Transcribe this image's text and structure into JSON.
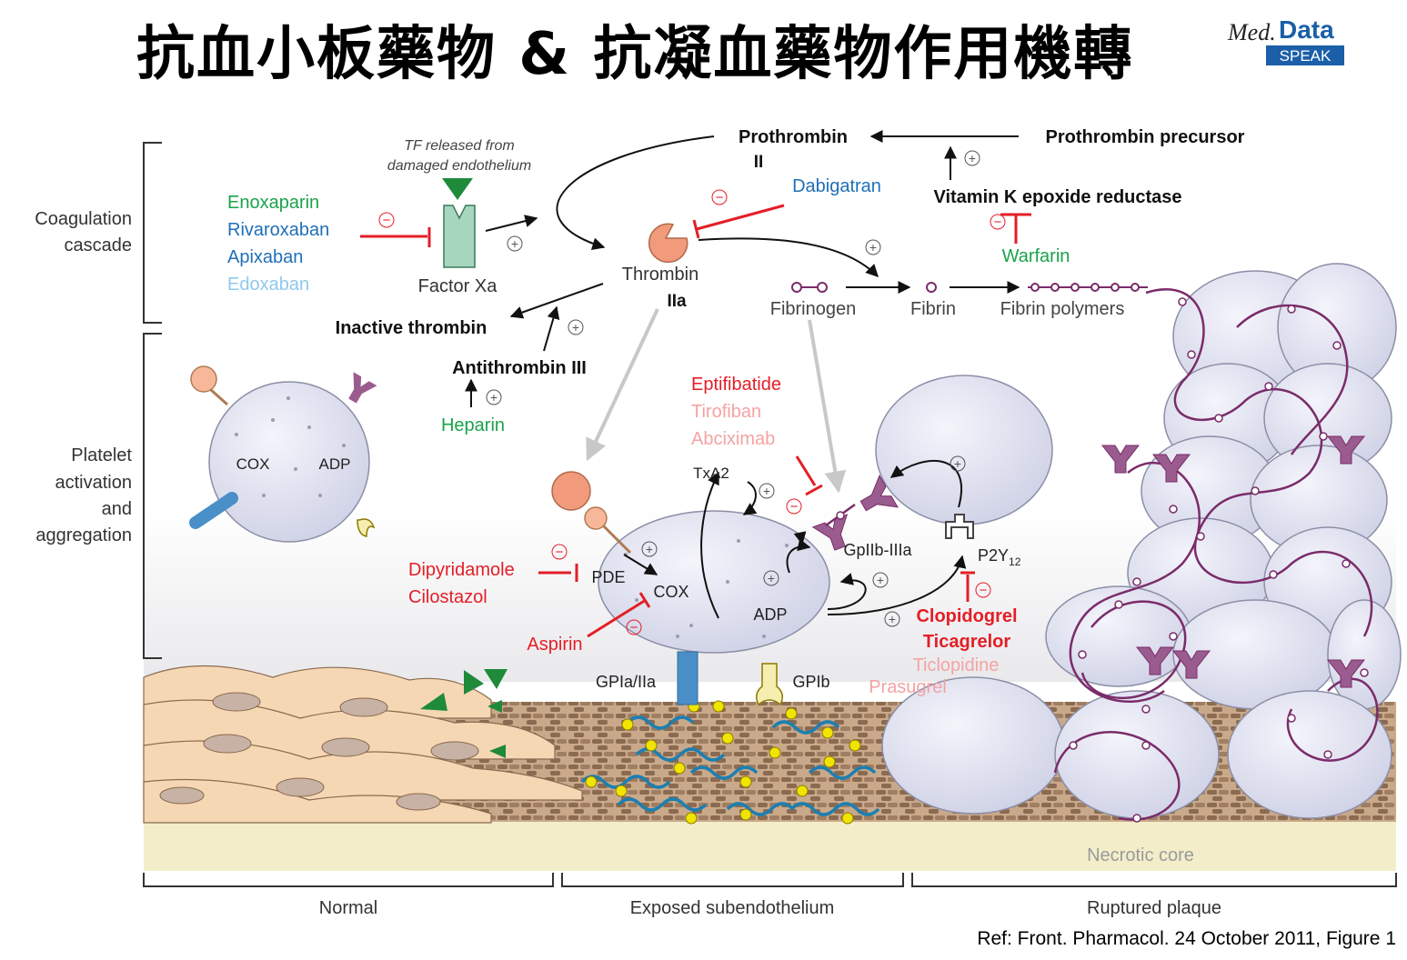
{
  "title": "抗血小板藥物 & 抗凝血藥物作用機轉",
  "logo": {
    "med": "Med.",
    "data": "Data",
    "speak": "SPEAK"
  },
  "sections": {
    "coagulation": [
      "Coagulation",
      "cascade"
    ],
    "platelet": [
      "Platelet",
      "activation",
      "and",
      "aggregation"
    ]
  },
  "bottom_labels": {
    "normal": "Normal",
    "exposed": "Exposed subendothelium",
    "ruptured": "Ruptured plaque",
    "necrotic": "Necrotic core"
  },
  "coag": {
    "tf_line1": "TF released from",
    "tf_line2": "damaged endothelium",
    "factor_xa": "Factor Xa",
    "prothrombin": "Prothrombin",
    "prothrombin_ii": "II",
    "prothrombin_precursor": "Prothrombin precursor",
    "vkor": "Vitamin K epoxide reductase",
    "thrombin": "Thrombin",
    "thrombin_iia": "IIa",
    "fibrinogen": "Fibrinogen",
    "fibrin": "Fibrin",
    "fibrin_polymers": "Fibrin polymers",
    "inactive_thrombin": "Inactive thrombin",
    "antithrombin": "Antithrombin III"
  },
  "drugs": {
    "xa_inhibitors": [
      {
        "name": "Enoxaparin",
        "color": "#1aa34a"
      },
      {
        "name": "Rivaroxaban",
        "color": "#1f6fb8"
      },
      {
        "name": "Apixaban",
        "color": "#1f6fb8"
      },
      {
        "name": "Edoxaban",
        "color": "#8fc9ee"
      }
    ],
    "dabigatran": {
      "name": "Dabigatran",
      "color": "#1f6fb8"
    },
    "warfarin": {
      "name": "Warfarin",
      "color": "#1aa34a"
    },
    "heparin": {
      "name": "Heparin",
      "color": "#1aa34a"
    },
    "gp_inhibitors": [
      {
        "name": "Eptifibatide",
        "color": "#e41e26"
      },
      {
        "name": "Tirofiban",
        "color": "#f4a3a3"
      },
      {
        "name": "Abciximab",
        "color": "#f4a3a3"
      }
    ],
    "pde_inhibitors": [
      {
        "name": "Dipyridamole",
        "color": "#e41e26"
      },
      {
        "name": "Cilostazol",
        "color": "#e41e26"
      }
    ],
    "aspirin": {
      "name": "Aspirin",
      "color": "#e41e26"
    },
    "p2y12_inhibitors": [
      {
        "name": "Clopidogrel",
        "color": "#e41e26"
      },
      {
        "name": "Ticagrelor",
        "color": "#e41e26"
      },
      {
        "name": "Ticlopidine",
        "color": "#f4a3a3"
      },
      {
        "name": "Prasugrel",
        "color": "#f4a3a3"
      }
    ]
  },
  "platelet": {
    "cox": "COX",
    "adp": "ADP",
    "pde": "PDE",
    "txa2": "TxA2",
    "gpiib": "GpIIb-IIIa",
    "p2y12": "P2Y",
    "p2y12_sub": "12",
    "gpia": "GPIa/IIa",
    "gpib": "GPIb"
  },
  "signs": {
    "plus": "+",
    "minus": "−"
  },
  "reference": "Ref: Front. Pharmacol. 24 October 2011, Figure 1"
}
